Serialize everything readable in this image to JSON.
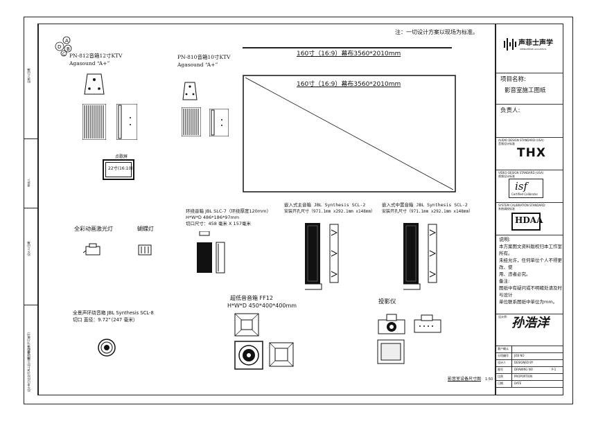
{
  "note": "注：一切设计方案以现场为标准。",
  "screen": {
    "caption_top": "160寸（16:9）幕布3560*2010mm",
    "caption_inner": "160寸（16:9）幕布3560*2010mm"
  },
  "products": {
    "pn812": {
      "title": "PN-812音箱12寸KTV",
      "sub": "Agasound “A+”"
    },
    "pn810": {
      "title": "PN-810音箱10寸KTV",
      "sub": "Agasound “A+”"
    },
    "song_screen": {
      "label": "点歌屏",
      "value": "22寸(16:10)"
    },
    "laser": {
      "label": "全彩动画激光灯"
    },
    "butterfly": {
      "label": "蝴蝶灯"
    },
    "surround": {
      "title": "环绕音箱 JBL SLC-7（环绕厚度120mm）",
      "dims": "H*W*D 486*186*97mm",
      "cut": "切口尺寸：458 毫米 X 157毫米"
    },
    "main_spk": {
      "title": "嵌入式主音箱 JBL Synthesis SCL-2",
      "cut": "安装开孔尺寸（971.1mm x292.1mm x148mm）"
    },
    "center_spk": {
      "title": "嵌入式中置音箱 JBL Synthesis SCL-2",
      "cut": "安装开孔尺寸（971.1mm x292.1mm x148mm）"
    },
    "subwoofer": {
      "title": "超低音音箱 FF12",
      "dims": "H*W*D 450*400*400mm"
    },
    "ceiling_spk": {
      "title": "全景声环绕音箱 JBL Synthesis SCL-8",
      "cut": "切口 直径：9.72“（247 毫米）"
    },
    "projector": {
      "label": "投影仪"
    }
  },
  "badge_letters": [
    "A",
    "B",
    "C",
    "D"
  ],
  "title_block": {
    "brand": "声菲士声学",
    "brand_sub": "SHENGFEISHI ACOUSTICS",
    "project_label": "项目名称:",
    "project_value": "影音室施工图纸",
    "owner_label": "负责人:",
    "audio_std": "AUDIO DESIGN STANDARD (USA)",
    "audio_std_cn": "音频设计标准",
    "thx": "THX",
    "video_std": "VIDEO DESIGN STANDARD (USA)",
    "video_std_cn": "视频设计标准",
    "isf": "isf",
    "isf_sub": "Certified Calibrator",
    "cal_std": "SYSTEM CALIBRATION STANDARD:",
    "cal_std_cn": "系统调校标准",
    "hdaa": "HDAA",
    "explain_label": "说明:",
    "explain": [
      "本方案图文资料版权归本工作室",
      "所有。",
      "未经允许，任何单位个人不得更",
      "改、使",
      "用、违者必究。",
      "备注:",
      "图纸中有疑问或不明確处请及时",
      "与设计",
      "单位联系图纸中单位为mm。"
    ],
    "designer_label": "设计师:",
    "signature": "孙浩洋",
    "rows": [
      {
        "label": "客户确认",
        "value": ""
      },
      {
        "label": "分项编号",
        "value": "JOB NO"
      },
      {
        "label": "设计人",
        "value": "DESIGNED BY"
      },
      {
        "label": "图号",
        "value": "DRAWING NO",
        "extra": "P-1"
      },
      {
        "label": "比例",
        "value": "PROPORTION"
      },
      {
        "label": "日期",
        "value": "DATE"
      }
    ]
  },
  "left_strip": [
    "监制人/日期",
    "审核人",
    "设计人/日期",
    "项目经理",
    "校对",
    "施工方/日期(不可编写)",
    "设计单位(此处写ALL设计)/签字确认"
  ],
  "footer": {
    "drawing_name": "影音室设备尺寸图",
    "scale": "1:50"
  }
}
